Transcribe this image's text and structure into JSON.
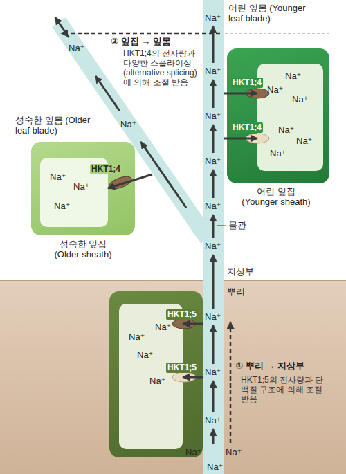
{
  "diagram": {
    "nodes": [
      {
        "text": [
          "Na⁺",
          "Na⁺",
          "Na⁺",
          "Na⁺",
          "Na⁺",
          "Na⁺",
          "Na⁺",
          "Na⁺",
          "Na⁺"
        ]
      },
      {
        "text": [
          "어린 잎집 (Younger sheath)",
          "HKT1;4",
          "HKT1;4"
        ]
      },
      {
        "text": [
          "Na⁺",
          "Na⁺",
          "Na⁺",
          "Na⁺",
          "Na⁺",
          "Na⁺"
        ],
        "in": 1
      },
      {
        "text": [
          "성숙한 잎집 (Older sheath)",
          "HKT1;4"
        ]
      },
      {
        "text": [
          "Na⁺",
          "Na⁺",
          "Na⁺"
        ],
        "in": 3
      },
      {
        "text": [
          "뿌리",
          "① 뿌리 → 지상부",
          "HKT1;5의 전사량과 단백질 구조에 의해 조절 받음"
        ]
      },
      {
        "text": [
          "HKT1;5",
          "HKT1;5"
        ],
        "in": 5
      },
      {
        "text": [
          "Na⁺",
          "Na⁺",
          "Na⁺",
          "Na⁺"
        ],
        "in": 6
      }
    ],
    "edges": [
      {
        "from": 0,
        "to": 2,
        "arrow": "to"
      },
      {
        "from": 0,
        "to": 2,
        "arrow": "to"
      },
      {
        "from": 0,
        "to": 4,
        "arrow": "to"
      },
      {
        "from": 0,
        "to": 7,
        "arrow": "to"
      },
      {
        "from": 0,
        "to": 7,
        "arrow": "to"
      }
    ],
    "labels": [
      "어린 잎몸 (Younger leaf blade)",
      "② 잎집 → 잎몸",
      "HKT1;4의 전사량과 다양한 스플라이싱 (alternative splicing)에 의해 조절 받음",
      "성숙한 잎몸 (Older leaf blade)",
      "Na⁺",
      "Na⁺",
      "물관",
      "지상부",
      "Na⁺",
      "Na⁺",
      "Na⁺"
    ]
  }
}
